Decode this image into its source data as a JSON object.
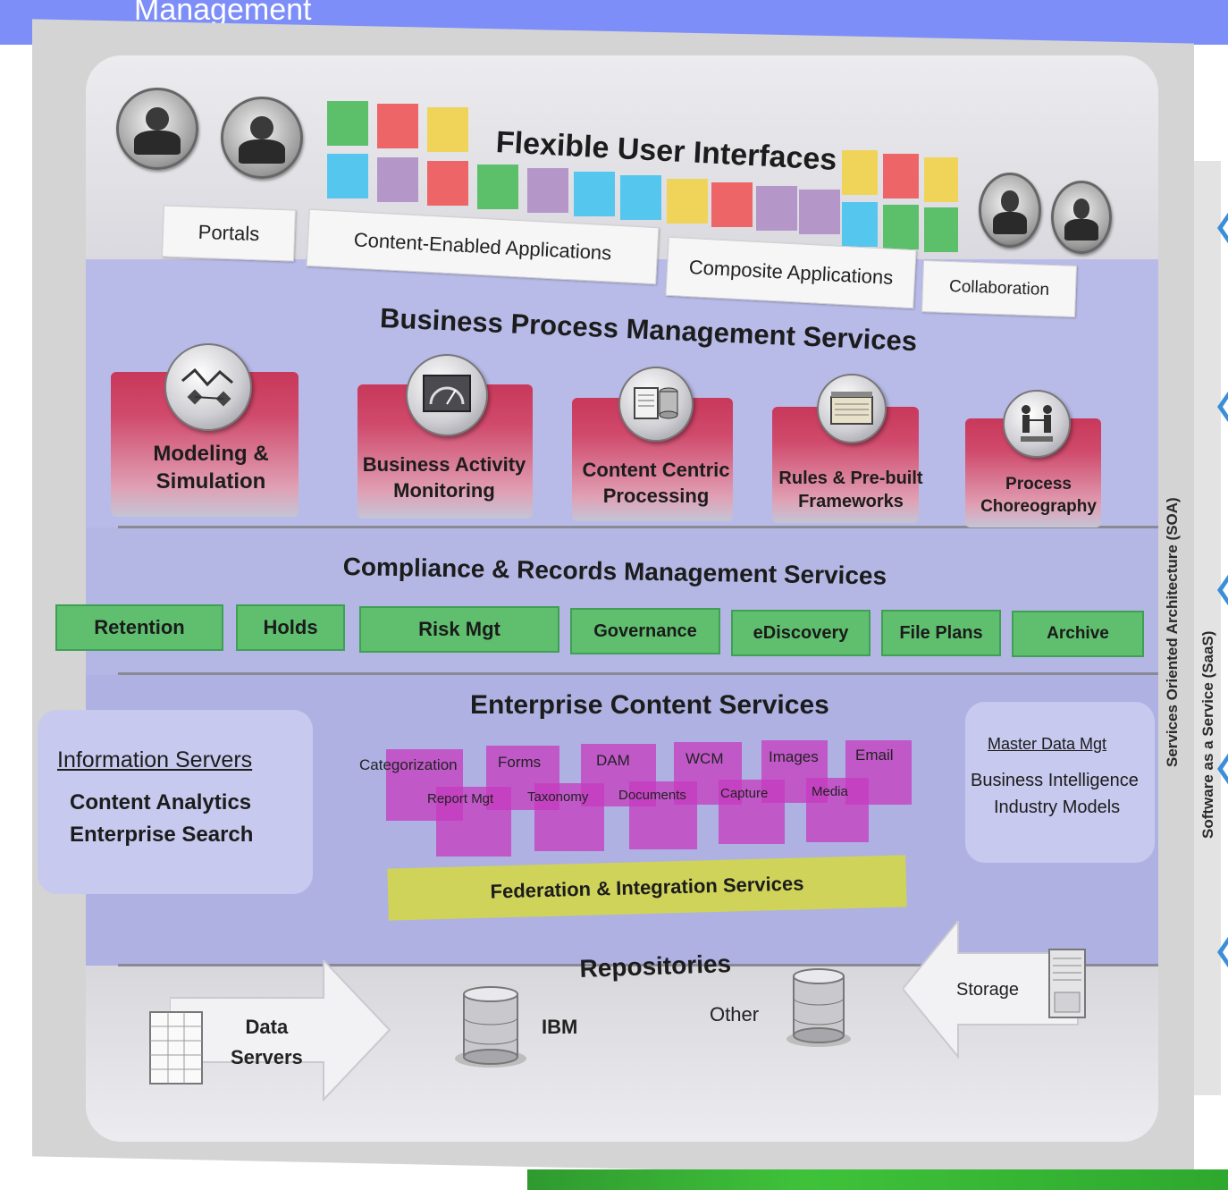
{
  "header": {
    "title": "Management"
  },
  "ui_layer": {
    "title": "Flexible User Interfaces",
    "items": [
      "Portals",
      "Content-Enabled Applications",
      "Composite Applications",
      "Collaboration"
    ]
  },
  "bpm_layer": {
    "title": "Business Process Management Services",
    "items": [
      {
        "line1": "Modeling &",
        "line2": "Simulation"
      },
      {
        "line1": "Business Activity",
        "line2": "Monitoring"
      },
      {
        "line1": "Content Centric",
        "line2": "Processing"
      },
      {
        "line1": "Rules & Pre-built",
        "line2": "Frameworks"
      },
      {
        "line1": "Process",
        "line2": "Choreography"
      }
    ]
  },
  "crm_layer": {
    "title": "Compliance & Records Management Services",
    "items": [
      "Retention",
      "Holds",
      "Risk Mgt",
      "Governance",
      "eDiscovery",
      "File Plans",
      "Archive"
    ]
  },
  "ecs_layer": {
    "title": "Enterprise Content Services",
    "left_panel": {
      "heading": "Information Servers",
      "line1": "Content Analytics",
      "line2": "Enterprise Search"
    },
    "right_panel": {
      "heading": "Master Data Mgt",
      "line1": "Business Intelligence",
      "line2": "Industry Models"
    },
    "items_row1": [
      "Categorization",
      "Forms",
      "DAM",
      "WCM",
      "Images",
      "Email"
    ],
    "items_row2": [
      "Report Mgt",
      "Taxonomy",
      "Documents",
      "Capture",
      "Media"
    ],
    "federation": "Federation & Integration Services"
  },
  "repositories": {
    "title": "Repositories",
    "data_servers_line1": "Data",
    "data_servers_line2": "Servers",
    "ibm": "IBM",
    "other": "Other",
    "storage": "Storage"
  },
  "side_labels": {
    "soa": "Services Oriented Architecture (SOA)",
    "saas": "Software as a Service (SaaS)"
  },
  "colors": {
    "header_bar": "#7d8ef8",
    "bpm_box": "#c8385a",
    "crm_box": "#5fbf6f",
    "ecs_magenta": "#c53bbf",
    "federation": "#cfd35a",
    "chevron": "#3a8fd8"
  }
}
